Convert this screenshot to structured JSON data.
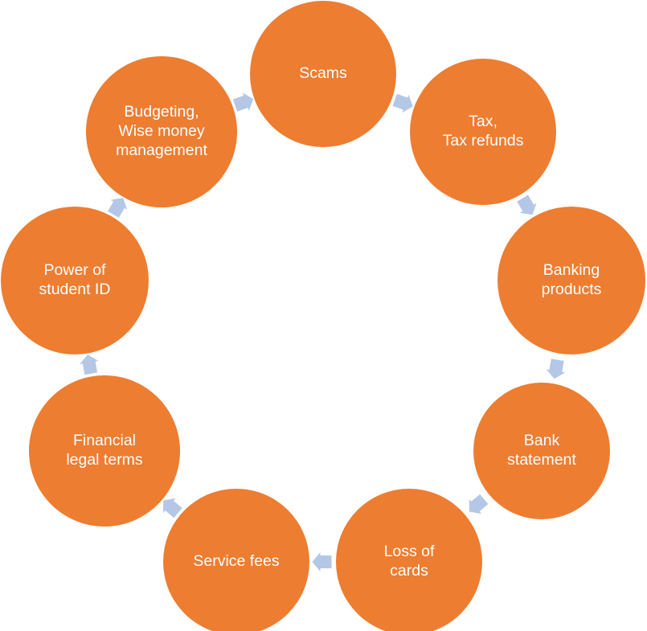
{
  "colors": {
    "node_fill": "#ED7D31",
    "node_text": "#FFFFFF",
    "arrow_fill": "#B4C7E7",
    "background": "#FFFFFF"
  },
  "diagram": {
    "type": "cycle",
    "nodes": [
      {
        "id": "scams",
        "lines": [
          "Scams"
        ]
      },
      {
        "id": "tax",
        "lines": [
          "Tax,",
          "Tax refunds"
        ]
      },
      {
        "id": "banking-products",
        "lines": [
          "Banking",
          "products"
        ]
      },
      {
        "id": "bank-statement",
        "lines": [
          "Bank",
          "statement"
        ]
      },
      {
        "id": "loss-of-cards",
        "lines": [
          "Loss of",
          "cards"
        ]
      },
      {
        "id": "service-fees",
        "lines": [
          "Service fees"
        ]
      },
      {
        "id": "financial-legal-terms",
        "lines": [
          "Financial",
          "legal terms"
        ]
      },
      {
        "id": "power-of-student-id",
        "lines": [
          "Power of",
          "student ID"
        ]
      },
      {
        "id": "budgeting",
        "lines": [
          "Budgeting,",
          "Wise money",
          "management"
        ]
      }
    ],
    "arrows": [
      {
        "from": "scams",
        "to": "tax"
      },
      {
        "from": "tax",
        "to": "banking-products"
      },
      {
        "from": "banking-products",
        "to": "bank-statement"
      },
      {
        "from": "bank-statement",
        "to": "loss-of-cards"
      },
      {
        "from": "loss-of-cards",
        "to": "service-fees"
      },
      {
        "from": "service-fees",
        "to": "financial-legal-terms"
      },
      {
        "from": "financial-legal-terms",
        "to": "power-of-student-id"
      },
      {
        "from": "power-of-student-id",
        "to": "budgeting"
      },
      {
        "from": "budgeting",
        "to": "scams"
      }
    ]
  }
}
